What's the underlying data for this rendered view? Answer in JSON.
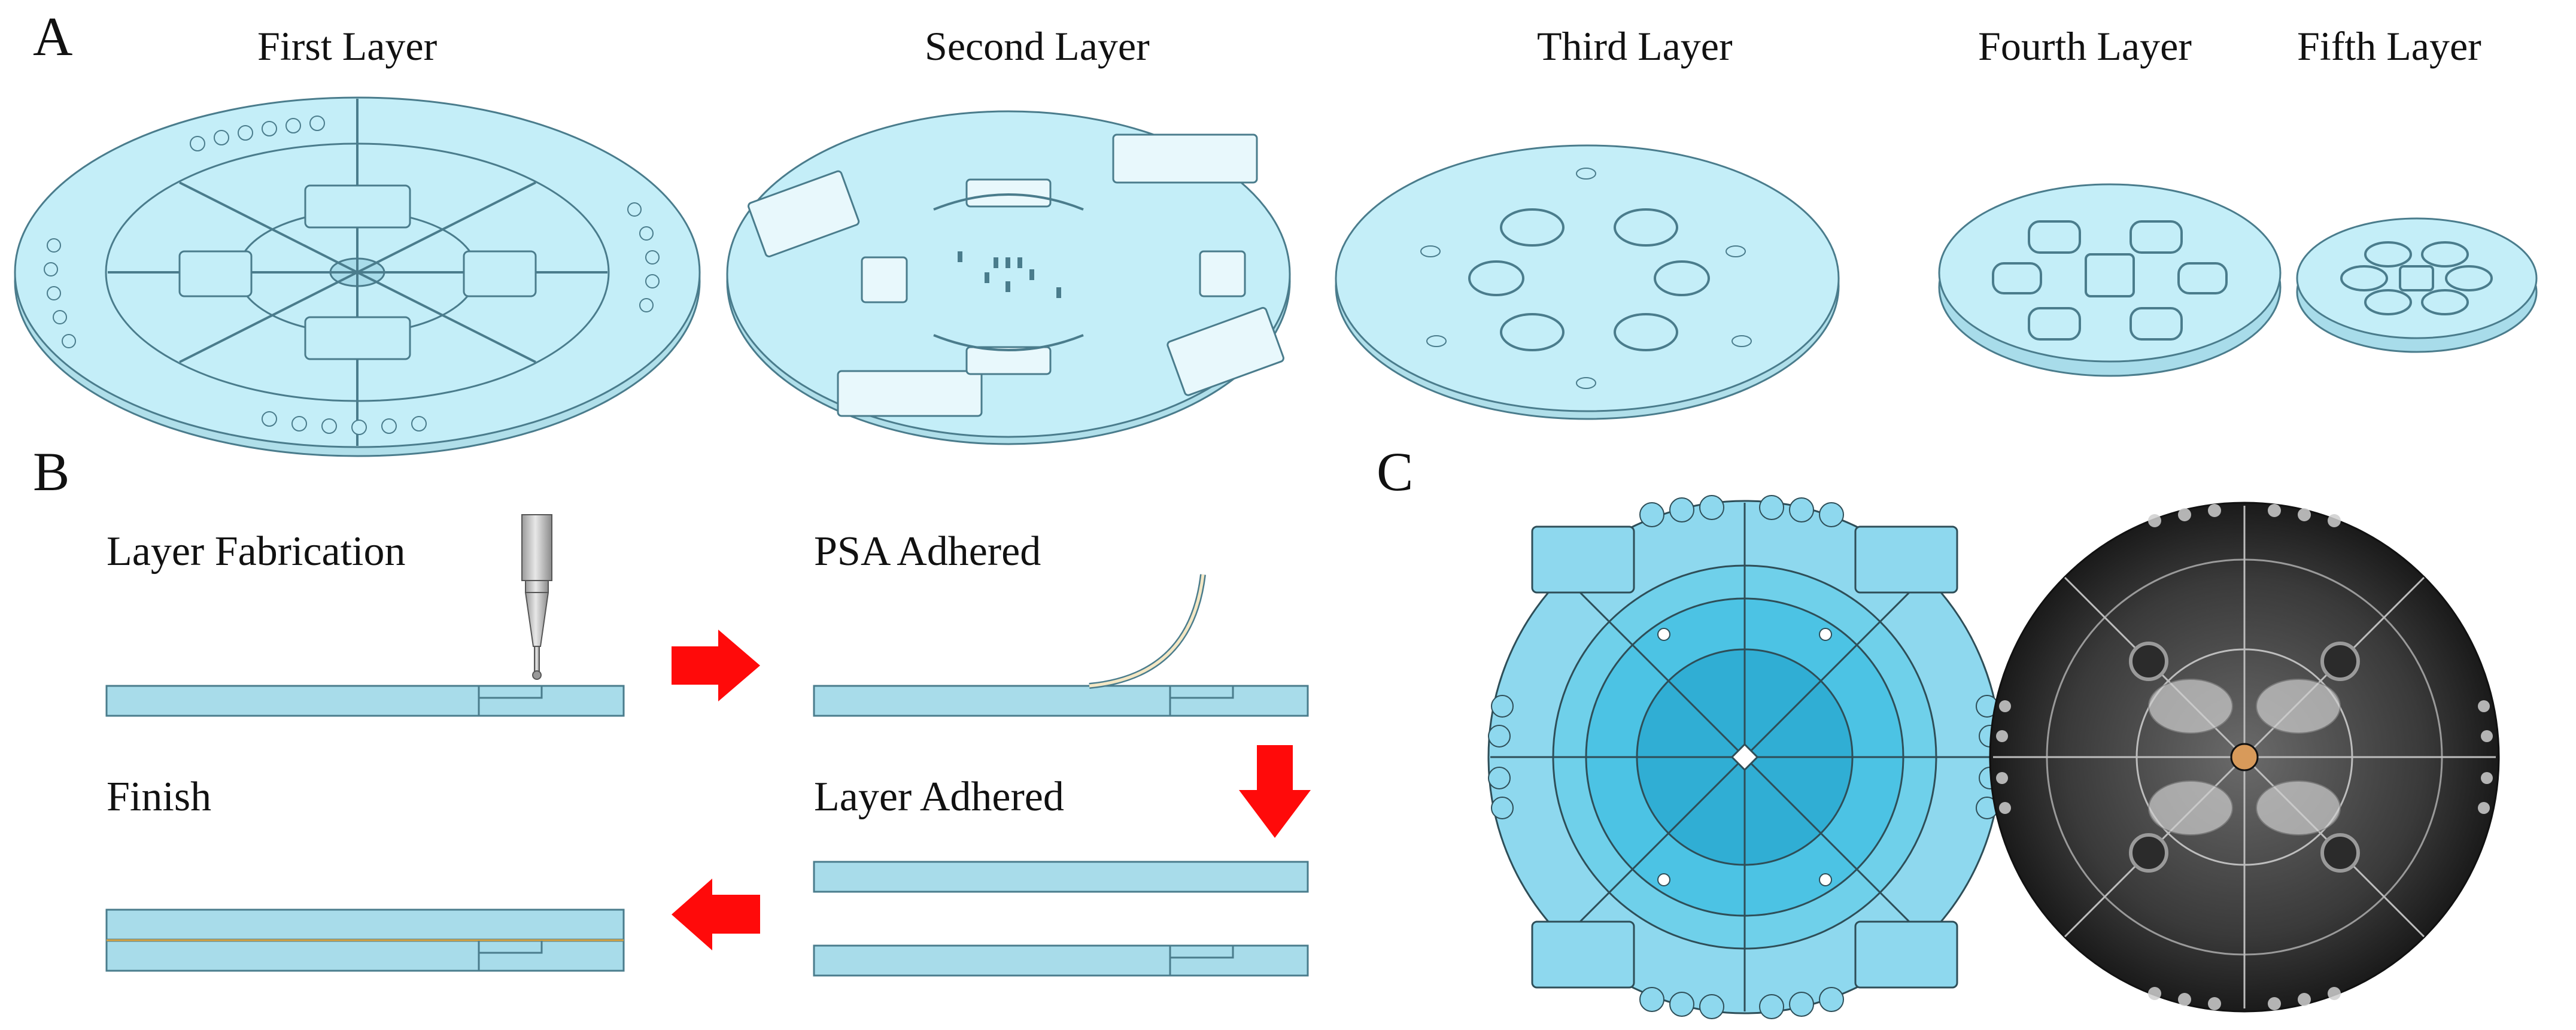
{
  "panels": {
    "a": "A",
    "b": "B",
    "c": "C"
  },
  "layers": [
    "First Layer",
    "Second Layer",
    "Third Layer",
    "Fourth Layer",
    "Fifth Layer"
  ],
  "steps": {
    "fabrication": "Layer Fabrication",
    "psa": "PSA Adhered",
    "adhered": "Layer Adhered",
    "finish": "Finish"
  },
  "colors": {
    "layer_fill": "#c4eef8",
    "layer_stroke": "#4a7c8c",
    "strip_fill": "#a8dcea",
    "disc_blue": "#4cc3e4",
    "disc_light": "#8ed8ee",
    "photo_dark": "#2a2a2a",
    "arrow_red": "#ff0a0a"
  }
}
